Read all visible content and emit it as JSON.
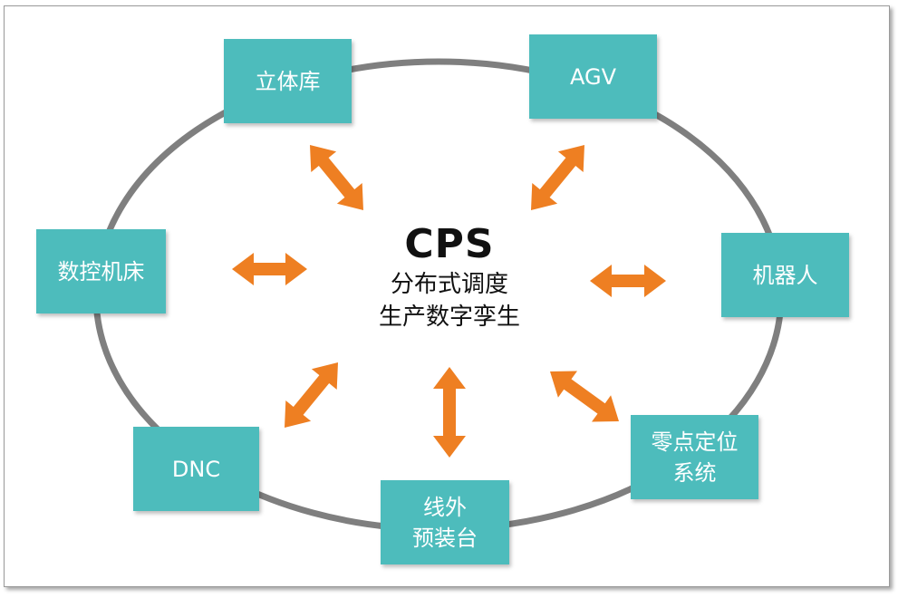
{
  "colors": {
    "node_fill": "#4dbcbc",
    "ring": "#7f7f7f",
    "arrow": "#ee7f22",
    "center_text": "#111111"
  },
  "center": {
    "title": "CPS",
    "line1": "分布式调度",
    "line2": "生产数字孪生"
  },
  "nodes": {
    "warehouse": "立体库",
    "agv": "AGV",
    "cnc": "数控机床",
    "robot": "机器人",
    "dnc": "DNC",
    "zero_point_line1": "零点定位",
    "zero_point_line2": "系统",
    "preassembly_line1": "线外",
    "preassembly_line2": "预装台"
  }
}
